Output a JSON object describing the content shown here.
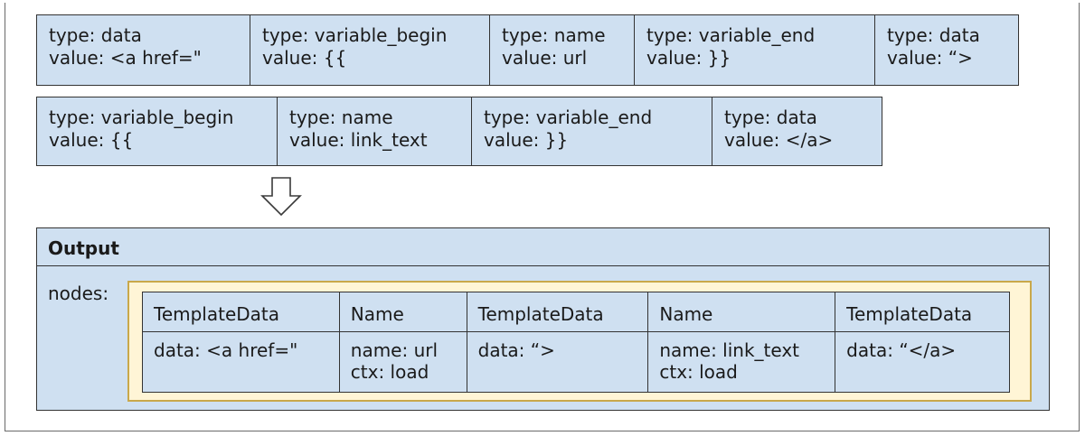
{
  "tokens_row1": [
    {
      "type": "type: data",
      "value": "value: <a href=\""
    },
    {
      "type": "type: variable_begin",
      "value": "value: {{"
    },
    {
      "type": "type: name",
      "value": "value: url"
    },
    {
      "type": "type: variable_end",
      "value": "value: }}"
    },
    {
      "type": "type: data",
      "value": "value: “>"
    }
  ],
  "tokens_row2": [
    {
      "type": "type: variable_begin",
      "value": "value: {{"
    },
    {
      "type": "type: name",
      "value": "value: link_text"
    },
    {
      "type": "type: variable_end",
      "value": "value: }}"
    },
    {
      "type": "type: data",
      "value": "value: </a>"
    }
  ],
  "output": {
    "title": "Output",
    "nodes_label": "nodes:",
    "nodes": [
      {
        "header": "TemplateData",
        "line1": "data: <a href=\"",
        "line2": ""
      },
      {
        "header": "Name",
        "line1": "name: url",
        "line2": "ctx: load"
      },
      {
        "header": "TemplateData",
        "line1": "data: “>",
        "line2": ""
      },
      {
        "header": "Name",
        "line1": "name: link_text",
        "line2": "ctx: load"
      },
      {
        "header": "TemplateData",
        "line1": "data: “</a>",
        "line2": ""
      }
    ]
  },
  "colors": {
    "box_fill": "#cfe0f1",
    "nodes_fill": "#fff5d6",
    "nodes_border": "#c9a84a"
  }
}
